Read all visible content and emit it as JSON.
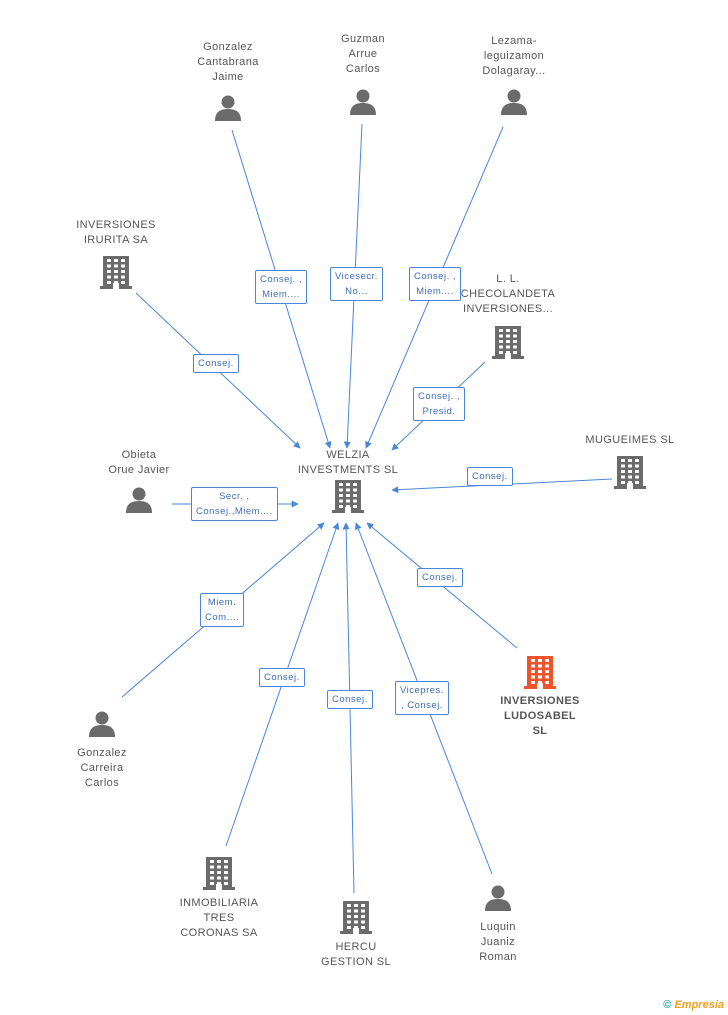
{
  "center": {
    "label": "WELZIA\nINVESTMENTS SL"
  },
  "nodes": [
    {
      "id": "gonzalez-cantabrana",
      "type": "person",
      "label": "Gonzalez\nCantabrana\nJaime"
    },
    {
      "id": "guzman-arrue",
      "type": "person",
      "label": "Guzman\nArrue\nCarlos"
    },
    {
      "id": "lezama",
      "type": "person",
      "label": "Lezama-\nleguizamon\nDolagaray..."
    },
    {
      "id": "inversiones-irurita",
      "type": "company",
      "label": "INVERSIONES\nIRURITA SA"
    },
    {
      "id": "ll-checolandeta",
      "type": "company",
      "label": "L. L.\nCHECOLANDETA\nINVERSIONES..."
    },
    {
      "id": "obieta-orue",
      "type": "person",
      "label": "Obieta\nOrue Javier"
    },
    {
      "id": "mugueimes",
      "type": "company",
      "label": "MUGUEIMES SL"
    },
    {
      "id": "gonzalez-carreira",
      "type": "person",
      "label": "Gonzalez\nCarreira\nCarlos"
    },
    {
      "id": "inversiones-ludosabel",
      "type": "company-highlight",
      "label": "INVERSIONES\nLUDOSABEL\nSL"
    },
    {
      "id": "inmobiliaria-tres-coronas",
      "type": "company",
      "label": "INMOBILIARIA\nTRES\nCORONAS SA"
    },
    {
      "id": "hercu-gestion",
      "type": "company",
      "label": "HERCU\nGESTION SL"
    },
    {
      "id": "luquin-juaniz",
      "type": "person",
      "label": "Luquin\nJuaniz\nRoman"
    }
  ],
  "edges": [
    {
      "from": "gonzalez-cantabrana",
      "label": "Consej. ,\nMiem...."
    },
    {
      "from": "guzman-arrue",
      "label": "Vicesecr.\nNo..."
    },
    {
      "from": "lezama",
      "label": "Consej. ,\nMiem...."
    },
    {
      "from": "inversiones-irurita",
      "label": "Consej."
    },
    {
      "from": "ll-checolandeta",
      "label": "Consej. ,\nPresid."
    },
    {
      "from": "obieta-orue",
      "label": "Secr. ,\nConsej.,Miem...."
    },
    {
      "from": "mugueimes",
      "label": "Consej."
    },
    {
      "from": "gonzalez-carreira",
      "label": "Miem.\nCom...."
    },
    {
      "from": "inversiones-ludosabel",
      "label": "Consej."
    },
    {
      "from": "inmobiliaria-tres-coronas",
      "label": "Consej."
    },
    {
      "from": "hercu-gestion",
      "label": "Consej."
    },
    {
      "from": "luquin-juaniz",
      "label": "Vicepres.\n, Consej."
    }
  ],
  "colors": {
    "edge": "#4a86d8",
    "icon": "#6b6b6b",
    "highlight": "#f0542c"
  },
  "brand": {
    "copyright": "©",
    "name": "Empresia"
  }
}
